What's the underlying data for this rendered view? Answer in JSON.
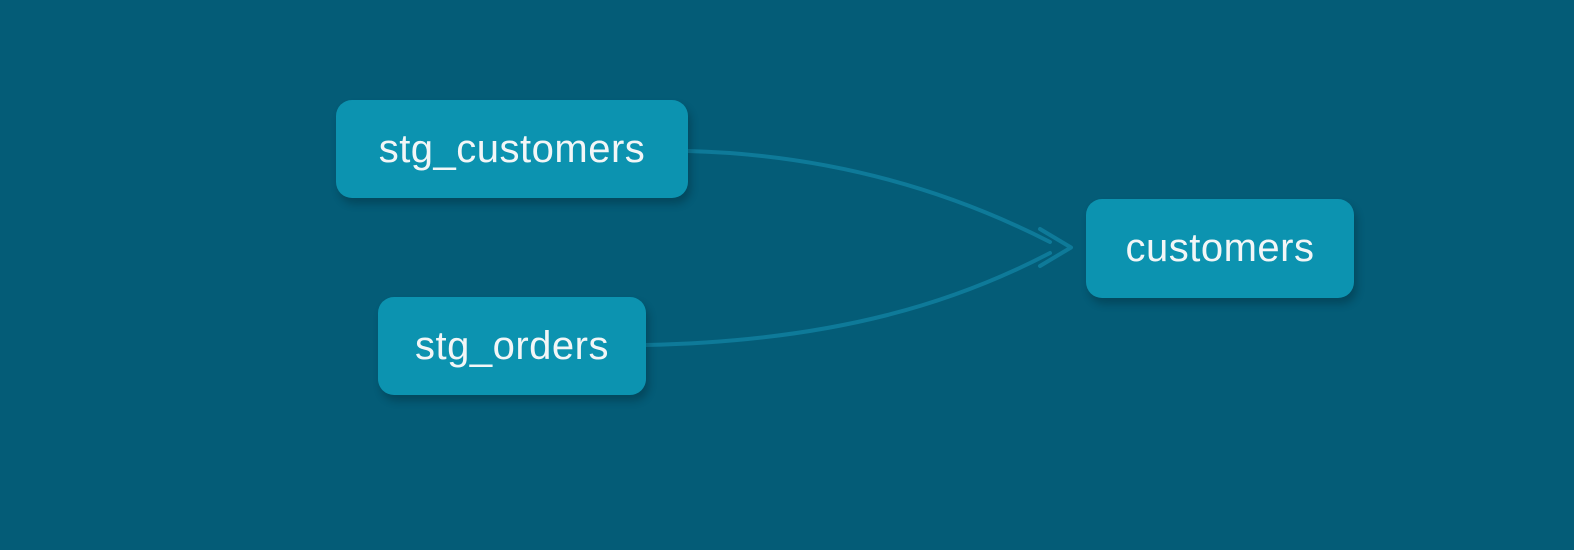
{
  "diagram": {
    "type": "lineage-dag",
    "background_color": "#045c77",
    "node_fill_color": "#0c93b0",
    "edge_color": "#0e7a99",
    "text_color": "#f2f6f7",
    "nodes": [
      {
        "id": "stg_customers",
        "label": "stg_customers"
      },
      {
        "id": "stg_orders",
        "label": "stg_orders"
      },
      {
        "id": "customers",
        "label": "customers"
      }
    ],
    "edges": [
      {
        "from": "stg_customers",
        "to": "customers"
      },
      {
        "from": "stg_orders",
        "to": "customers"
      }
    ]
  }
}
